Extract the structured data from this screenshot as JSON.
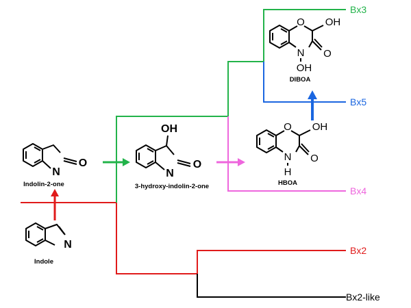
{
  "colors": {
    "bx3": "#22b34a",
    "bx5": "#1a66e0",
    "bx4": "#ee66dd",
    "bx2": "#e01a1a",
    "bx2like": "#000000"
  },
  "branches": {
    "bx3": "Bx3",
    "bx5": "Bx5",
    "bx4": "Bx4",
    "bx2": "Bx2",
    "bx2like": "Bx2-like"
  },
  "compounds": {
    "indole": {
      "name": "Indole",
      "atoms": {
        "n": "N"
      }
    },
    "indolinone": {
      "name": "Indolin-2-one",
      "atoms": {
        "n": "N",
        "o": "O"
      }
    },
    "hydroxyindolinone": {
      "name": "3-hydroxy-indolin-2-one",
      "atoms": {
        "n": "N",
        "o": "O",
        "oh": "OH"
      }
    },
    "hboa": {
      "name": "HBOA",
      "atoms": {
        "o_ring": "O",
        "oh": "OH",
        "n": "N",
        "h": "H",
        "o": "O"
      }
    },
    "diboa": {
      "name": "DIBOA",
      "atoms": {
        "o_ring": "O",
        "oh": "OH",
        "n": "N",
        "noh": "OH",
        "o": "O"
      }
    }
  }
}
